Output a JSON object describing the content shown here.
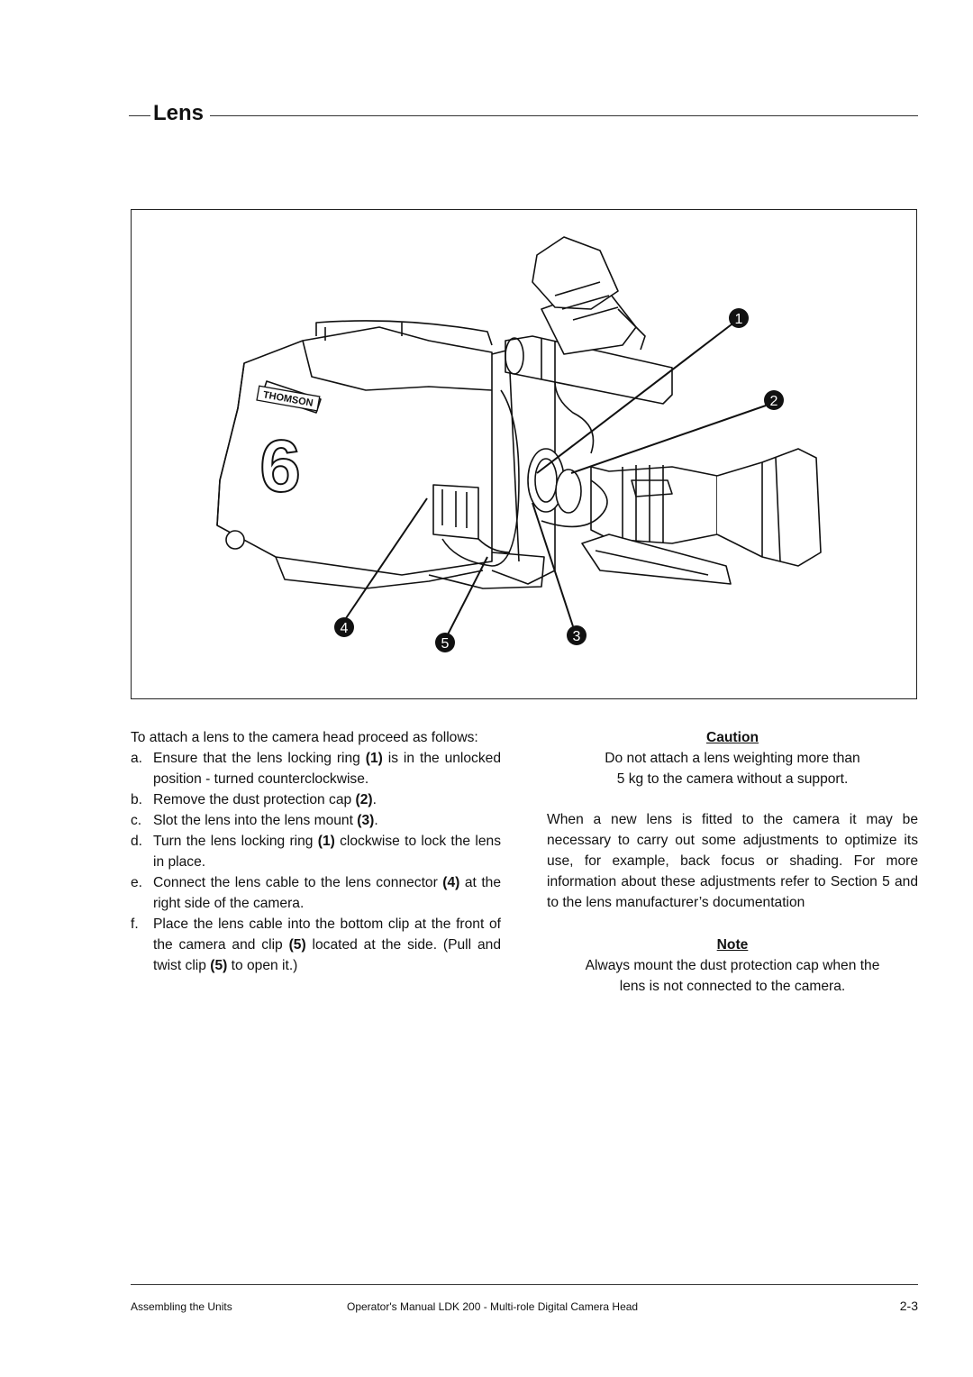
{
  "section_title": "Lens",
  "figure": {
    "logo_text": "THOMSON",
    "model_digit": "6",
    "callouts": [
      "1",
      "2",
      "3",
      "4",
      "5"
    ]
  },
  "left_column": {
    "intro": "To attach a lens to the camera head proceed as follows:",
    "steps": [
      {
        "label": "a.",
        "parts": [
          "Ensure that the lens locking ring ",
          "(1)",
          " is in the unlocked position - turned counterclockwise."
        ]
      },
      {
        "label": "b.",
        "parts": [
          "Remove the dust protection cap ",
          "(2)",
          "."
        ]
      },
      {
        "label": "c.",
        "parts": [
          "Slot the lens into the lens mount ",
          "(3)",
          "."
        ]
      },
      {
        "label": "d.",
        "parts": [
          "Turn the lens locking ring ",
          "(1)",
          " clockwise to lock the lens in place."
        ]
      },
      {
        "label": "e.",
        "parts": [
          "Connect the lens cable to the lens connector ",
          "(4)",
          " at the right side of the camera."
        ]
      },
      {
        "label": "f.",
        "parts": [
          "Place the lens cable into the bottom clip at the front of the camera and clip ",
          "(5)",
          " located at the side. (Pull and twist clip ",
          "(5)",
          " to open it.)"
        ]
      }
    ]
  },
  "right_column": {
    "caution_heading": "Caution",
    "caution_line1": "Do not attach a lens weighting more than",
    "caution_line2": "5 kg to the camera without a support.",
    "body": "When a new lens is fitted to the camera it may be necessary to carry out some adjustments to optimize its use, for example, back focus or shading. For more information about these adjustments refer to Section 5 and to the lens manufacturer’s documentation",
    "note_heading": "Note",
    "note_line1": "Always mount the dust protection cap when the",
    "note_line2": "lens is not connected to the camera."
  },
  "footer": {
    "left": "Assembling the Units",
    "center": "Operator's Manual LDK 200 - Multi-role Digital Camera Head",
    "page": "2-3"
  }
}
